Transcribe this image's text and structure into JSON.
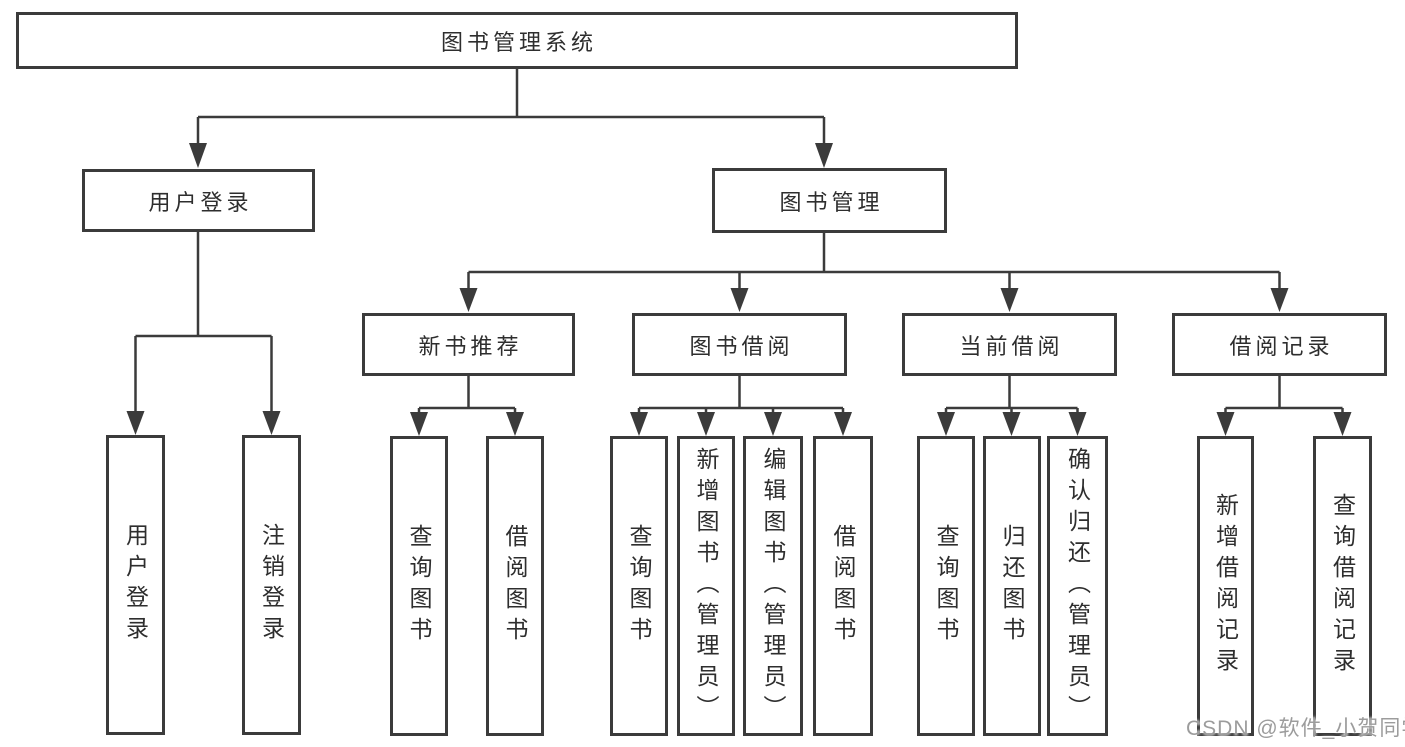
{
  "tree": {
    "label": "图书管理系统",
    "children": [
      {
        "label": "用户登录",
        "children": [
          {
            "label": "用户登录"
          },
          {
            "label": "注销登录"
          }
        ]
      },
      {
        "label": "图书管理",
        "children": [
          {
            "label": "新书推荐",
            "children": [
              {
                "label": "查询图书"
              },
              {
                "label": "借阅图书"
              }
            ]
          },
          {
            "label": "图书借阅",
            "children": [
              {
                "label": "查询图书"
              },
              {
                "label": "新增图书（管理员）"
              },
              {
                "label": "编辑图书（管理员）"
              },
              {
                "label": "借阅图书"
              }
            ]
          },
          {
            "label": "当前借阅",
            "children": [
              {
                "label": "查询图书"
              },
              {
                "label": "归还图书"
              },
              {
                "label": "确认归还（管理员）"
              }
            ]
          },
          {
            "label": "借阅记录",
            "children": [
              {
                "label": "新增借阅记录"
              },
              {
                "label": "查询借阅记录"
              }
            ]
          }
        ]
      }
    ]
  },
  "watermark": {
    "text": "CSDN @软件_小贺同学"
  },
  "colors": {
    "line": "#3b3b3b",
    "text": "#2e2e2e",
    "watermark": "#9c9c9c",
    "background": "#ffffff"
  }
}
